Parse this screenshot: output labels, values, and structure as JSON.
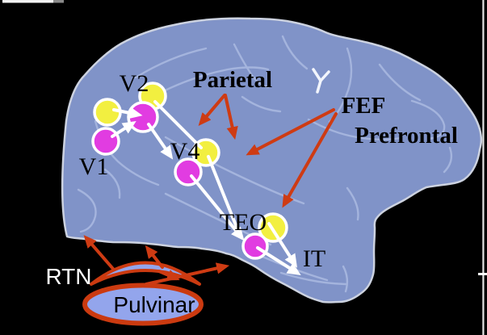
{
  "labels": {
    "v1": "V1",
    "v2": "V2",
    "v4": "V4",
    "teo": "TEO",
    "it": "IT",
    "parietal": "Parietal",
    "fef": "FEF",
    "prefrontal": "Prefrontal",
    "rtn": "RTN",
    "pulvinar": "Pulvinar"
  },
  "colors": {
    "background": "#000000",
    "brain_fill": "#8093c8",
    "brain_outline": "#ccd2e0",
    "sulcus": "#a9b8e0",
    "node_yellow": "#f2ef40",
    "node_magenta": "#e13ce1",
    "node_outline": "#ffffff",
    "connection_arrow": "#ffffff",
    "pointer_arrow": "#ce3b13",
    "thalamus_fill": "#93a5ec",
    "thalamus_border": "#cb3a10",
    "rtn_label_color": "#ffffff",
    "area_label_color": "#000000"
  },
  "nodes": [
    {
      "area": "V1",
      "dots": [
        "yellow",
        "magenta"
      ]
    },
    {
      "area": "V2",
      "dots": [
        "yellow",
        "magenta"
      ]
    },
    {
      "area": "V4",
      "dots": [
        "yellow",
        "magenta"
      ]
    },
    {
      "area": "TEO",
      "dots": [
        "yellow",
        "magenta"
      ]
    }
  ],
  "connections": {
    "white_arrows": [
      "V1-V2",
      "V2-V4",
      "V4-TEO",
      "TEO-IT"
    ],
    "red_pointer_arrows": [
      "Parietal",
      "Parietal",
      "FEF",
      "FEF",
      "RTN-cortex",
      "RTN-cortex",
      "Pulvinar-temporal",
      "RTN-Pulvinar"
    ]
  }
}
